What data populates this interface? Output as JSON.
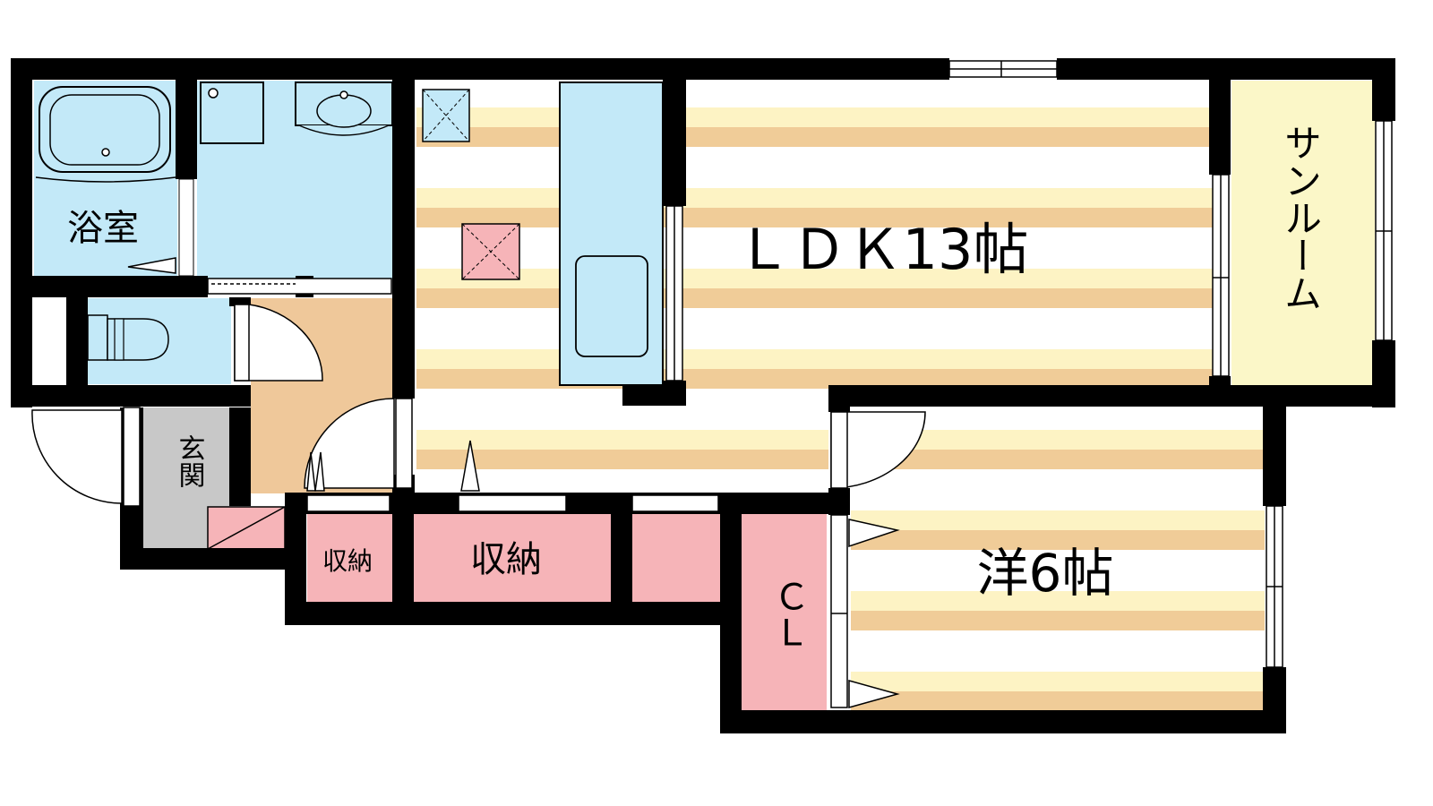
{
  "rooms": {
    "bath": {
      "label": "浴室"
    },
    "ldk": {
      "label": "ＬＤＫ13帖"
    },
    "sunroom": {
      "label": "サンルーム"
    },
    "entrance": {
      "label": "玄関"
    },
    "storage_small": {
      "label": "収納"
    },
    "storage_main": {
      "label": "収納"
    },
    "closet": {
      "label": "ＣＬ"
    },
    "western": {
      "label": "洋6帖"
    }
  },
  "colors": {
    "wall": "#000000",
    "wet_area": "#c3e9f8",
    "wood_floor_stripe": "#f0cc98",
    "wood_floor_light": "#fdf3c4",
    "storage": "#f6b4b8",
    "entrance": "#c8c8c8",
    "hall": "#efc89a",
    "sunroom": "#fbf7c8"
  }
}
